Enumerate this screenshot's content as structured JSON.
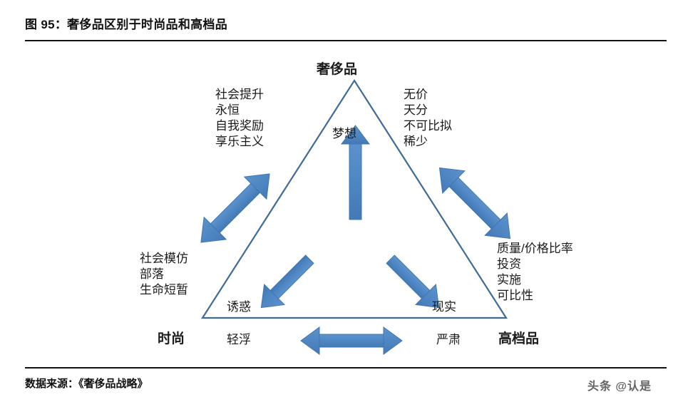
{
  "header": {
    "title": "图 95：奢侈品区别于时尚品和高档品"
  },
  "footer": {
    "source": "数据来源：《奢侈品战略》",
    "watermark": "头条 @认是"
  },
  "colors": {
    "arrow_fill": "#4f87c4",
    "arrow_stroke": "#3c6da6",
    "triangle_stroke": "#3f6b96",
    "rule": "#111111",
    "text": "#1b1b1b"
  },
  "diagram": {
    "type": "triangle-positioning-model",
    "vertices": {
      "top": "奢侈品",
      "bottom_left": "时尚",
      "bottom_right": "高档品"
    },
    "inner_labels": {
      "center": "梦想",
      "bottom_left": "诱惑",
      "bottom_right": "现实",
      "axis_left": "轻浮",
      "axis_right": "严肃"
    },
    "attribute_groups": [
      {
        "position": "left-top",
        "items": [
          "社会提升",
          "永恒",
          "自我奖励",
          "享乐主义"
        ]
      },
      {
        "position": "right-top",
        "items": [
          "无价",
          "天分",
          "不可比拟",
          "稀少"
        ]
      },
      {
        "position": "left-bottom",
        "items": [
          "社会模仿",
          "部落",
          "生命短暂"
        ]
      },
      {
        "position": "right-bottom",
        "items": [
          "质量/价格比率",
          "投资",
          "实施",
          "可比性"
        ]
      }
    ],
    "arrows": [
      {
        "name": "arrow-center-up",
        "direction": "up",
        "heads": 1
      },
      {
        "name": "arrow-left-diagonal",
        "direction": "up-right / down-left",
        "heads": 2
      },
      {
        "name": "arrow-right-diagonal",
        "direction": "up-left / down-right",
        "heads": 2
      },
      {
        "name": "arrow-inner-left",
        "direction": "down-left",
        "heads": 1
      },
      {
        "name": "arrow-inner-right",
        "direction": "down-right",
        "heads": 1
      },
      {
        "name": "arrow-bottom-horizontal",
        "direction": "left / right",
        "heads": 2
      }
    ]
  }
}
